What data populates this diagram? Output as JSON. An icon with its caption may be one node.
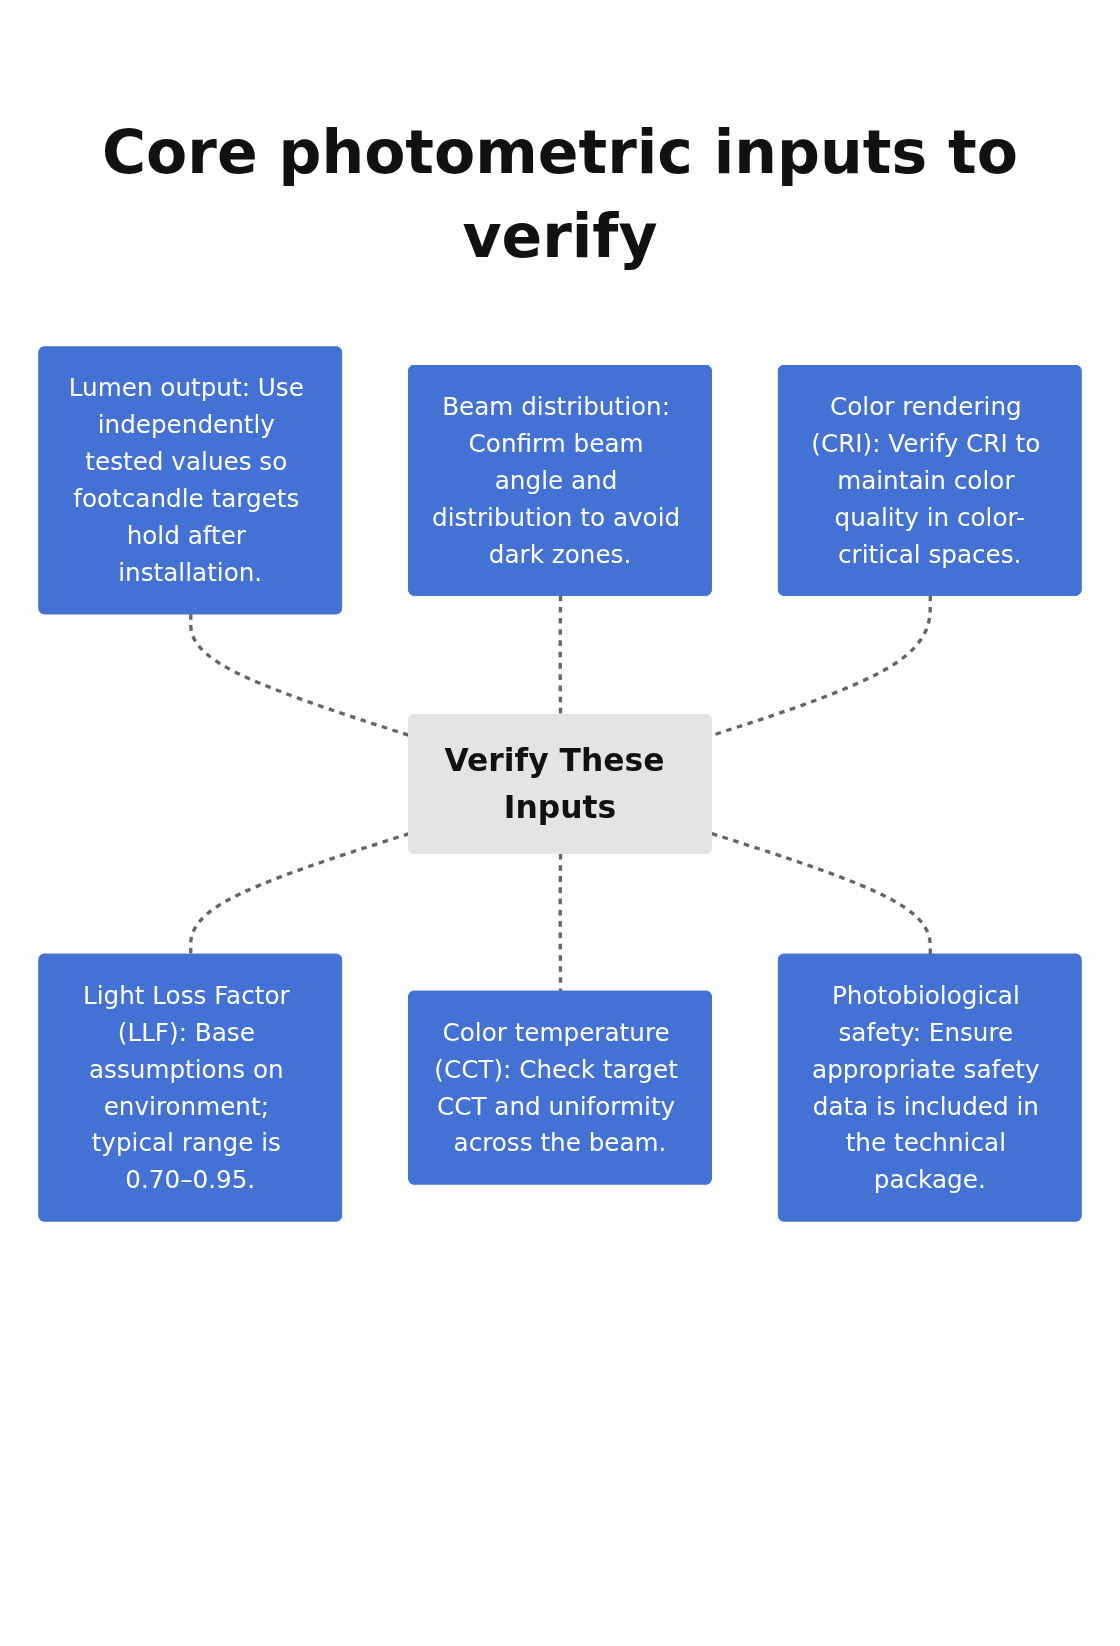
{
  "diagram": {
    "title": "Core photometric inputs to verify",
    "nodes": [
      {
        "text": [
          "Lumen output: Use independently tested values so footcandle targets hold after installation."
        ]
      },
      {
        "text": [
          "Beam distribution: Confirm beam angle and distribution to avoid dark zones."
        ]
      },
      {
        "text": [
          "Color rendering (CRI): Verify CRI to maintain color quality in color-critical spaces."
        ]
      },
      {
        "text": [
          "Verify These Inputs"
        ]
      },
      {
        "text": [
          "Light Loss Factor (LLF): Base assumptions on environment; typical range is 0.70–0.95."
        ]
      },
      {
        "text": [
          "Color temperature (CCT): Check target CCT and uniformity across the beam."
        ]
      },
      {
        "text": [
          "Photobiological safety: Ensure appropriate safety data is included in the technical package."
        ]
      }
    ],
    "edges": [
      {
        "from": 0,
        "to": 3,
        "arrow": "none",
        "style": "dashed"
      },
      {
        "from": 1,
        "to": 3,
        "arrow": "none",
        "style": "dashed"
      },
      {
        "from": 2,
        "to": 3,
        "arrow": "none",
        "style": "dashed"
      },
      {
        "from": 3,
        "to": 4,
        "arrow": "none",
        "style": "dashed"
      },
      {
        "from": 3,
        "to": 5,
        "arrow": "none",
        "style": "dashed"
      },
      {
        "from": 3,
        "to": 6,
        "arrow": "none",
        "style": "dashed"
      }
    ]
  }
}
